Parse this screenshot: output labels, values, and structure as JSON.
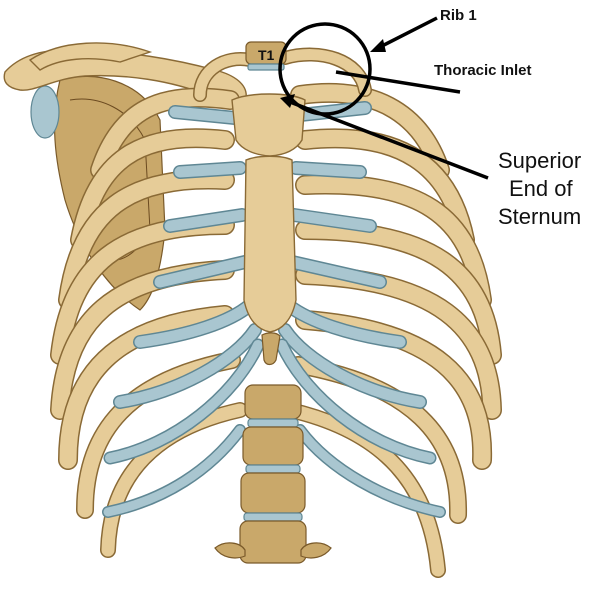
{
  "labels": {
    "rib1": "Rib 1",
    "thoracic_inlet": "Thoracic Inlet",
    "superior_line1": "Superior",
    "superior_line2": "End of",
    "superior_line3": "Sternum",
    "t1": "T1"
  },
  "colors": {
    "bone": "#e6cc98",
    "bone_outline": "#8a6a36",
    "cartilage": "#a9c6d0",
    "annotation": "#000000"
  }
}
